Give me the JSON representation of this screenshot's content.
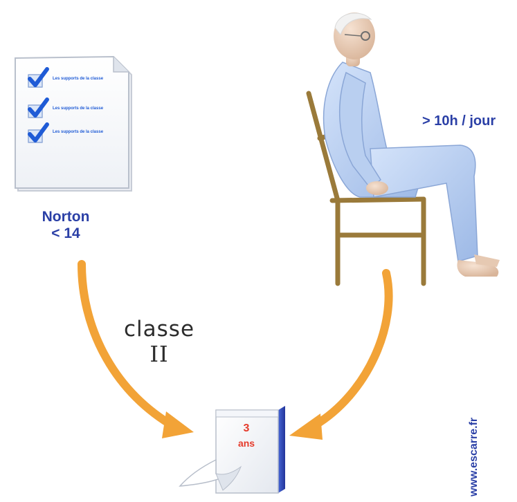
{
  "checklist": {
    "items": [
      "Les supports de la classe",
      "Les supports de la classe",
      "Les supports de la classe"
    ]
  },
  "norton": {
    "line1": "Norton",
    "line2": "< 14"
  },
  "duration": "> 10h / jour",
  "classe": {
    "word": "classe",
    "numeral": "II"
  },
  "calendar": {
    "number": "3",
    "unit": "ans"
  },
  "website": "www.escarre.fr",
  "colors": {
    "arrow": "#f2a337",
    "label_blue": "#2a3fa6",
    "checkmark": "#1f5bd6",
    "calendar_red": "#e53a2a",
    "pajama": "#bcd2f2",
    "chair": "#9a7a3a"
  }
}
